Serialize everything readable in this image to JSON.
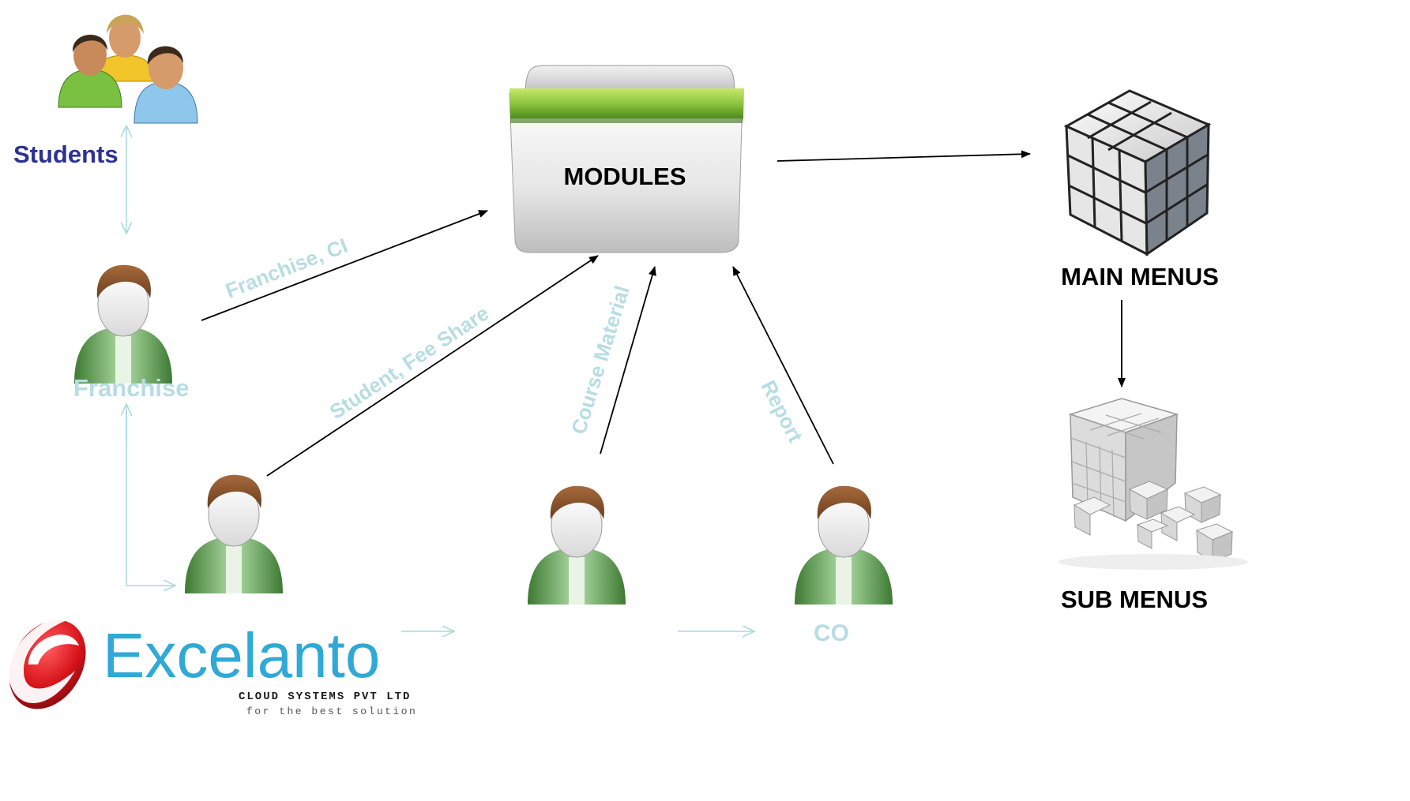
{
  "nodes": {
    "students": "Students",
    "franchise": "Franchise",
    "modules": "MODULES",
    "main_menus": "MAIN MENUS",
    "sub_menus": "SUB MENUS",
    "co": "CO"
  },
  "edge_labels": {
    "franchise_ci": "Franchise, CI",
    "student_fee_share": "Student, Fee Share",
    "course_material": "Course Material",
    "report": "Report"
  },
  "logo": {
    "name": "Excelanto",
    "tagline": "CLOUD SYSTEMS PVT LTD",
    "slogan": "for the best solution"
  },
  "icons": [
    "user-group-icon",
    "person-icon",
    "folder-icon",
    "cube-icon",
    "cube-pieces-icon",
    "excelanto-logo"
  ],
  "colors": {
    "students_label": "#2e3192",
    "faded_label": "#b7dde3",
    "arrow_dark": "#000000",
    "arrow_light": "#a8d8df",
    "folder_green": "#8cc63f",
    "logo_red": "#d7141a",
    "logo_blue": "#2fa9d6"
  }
}
